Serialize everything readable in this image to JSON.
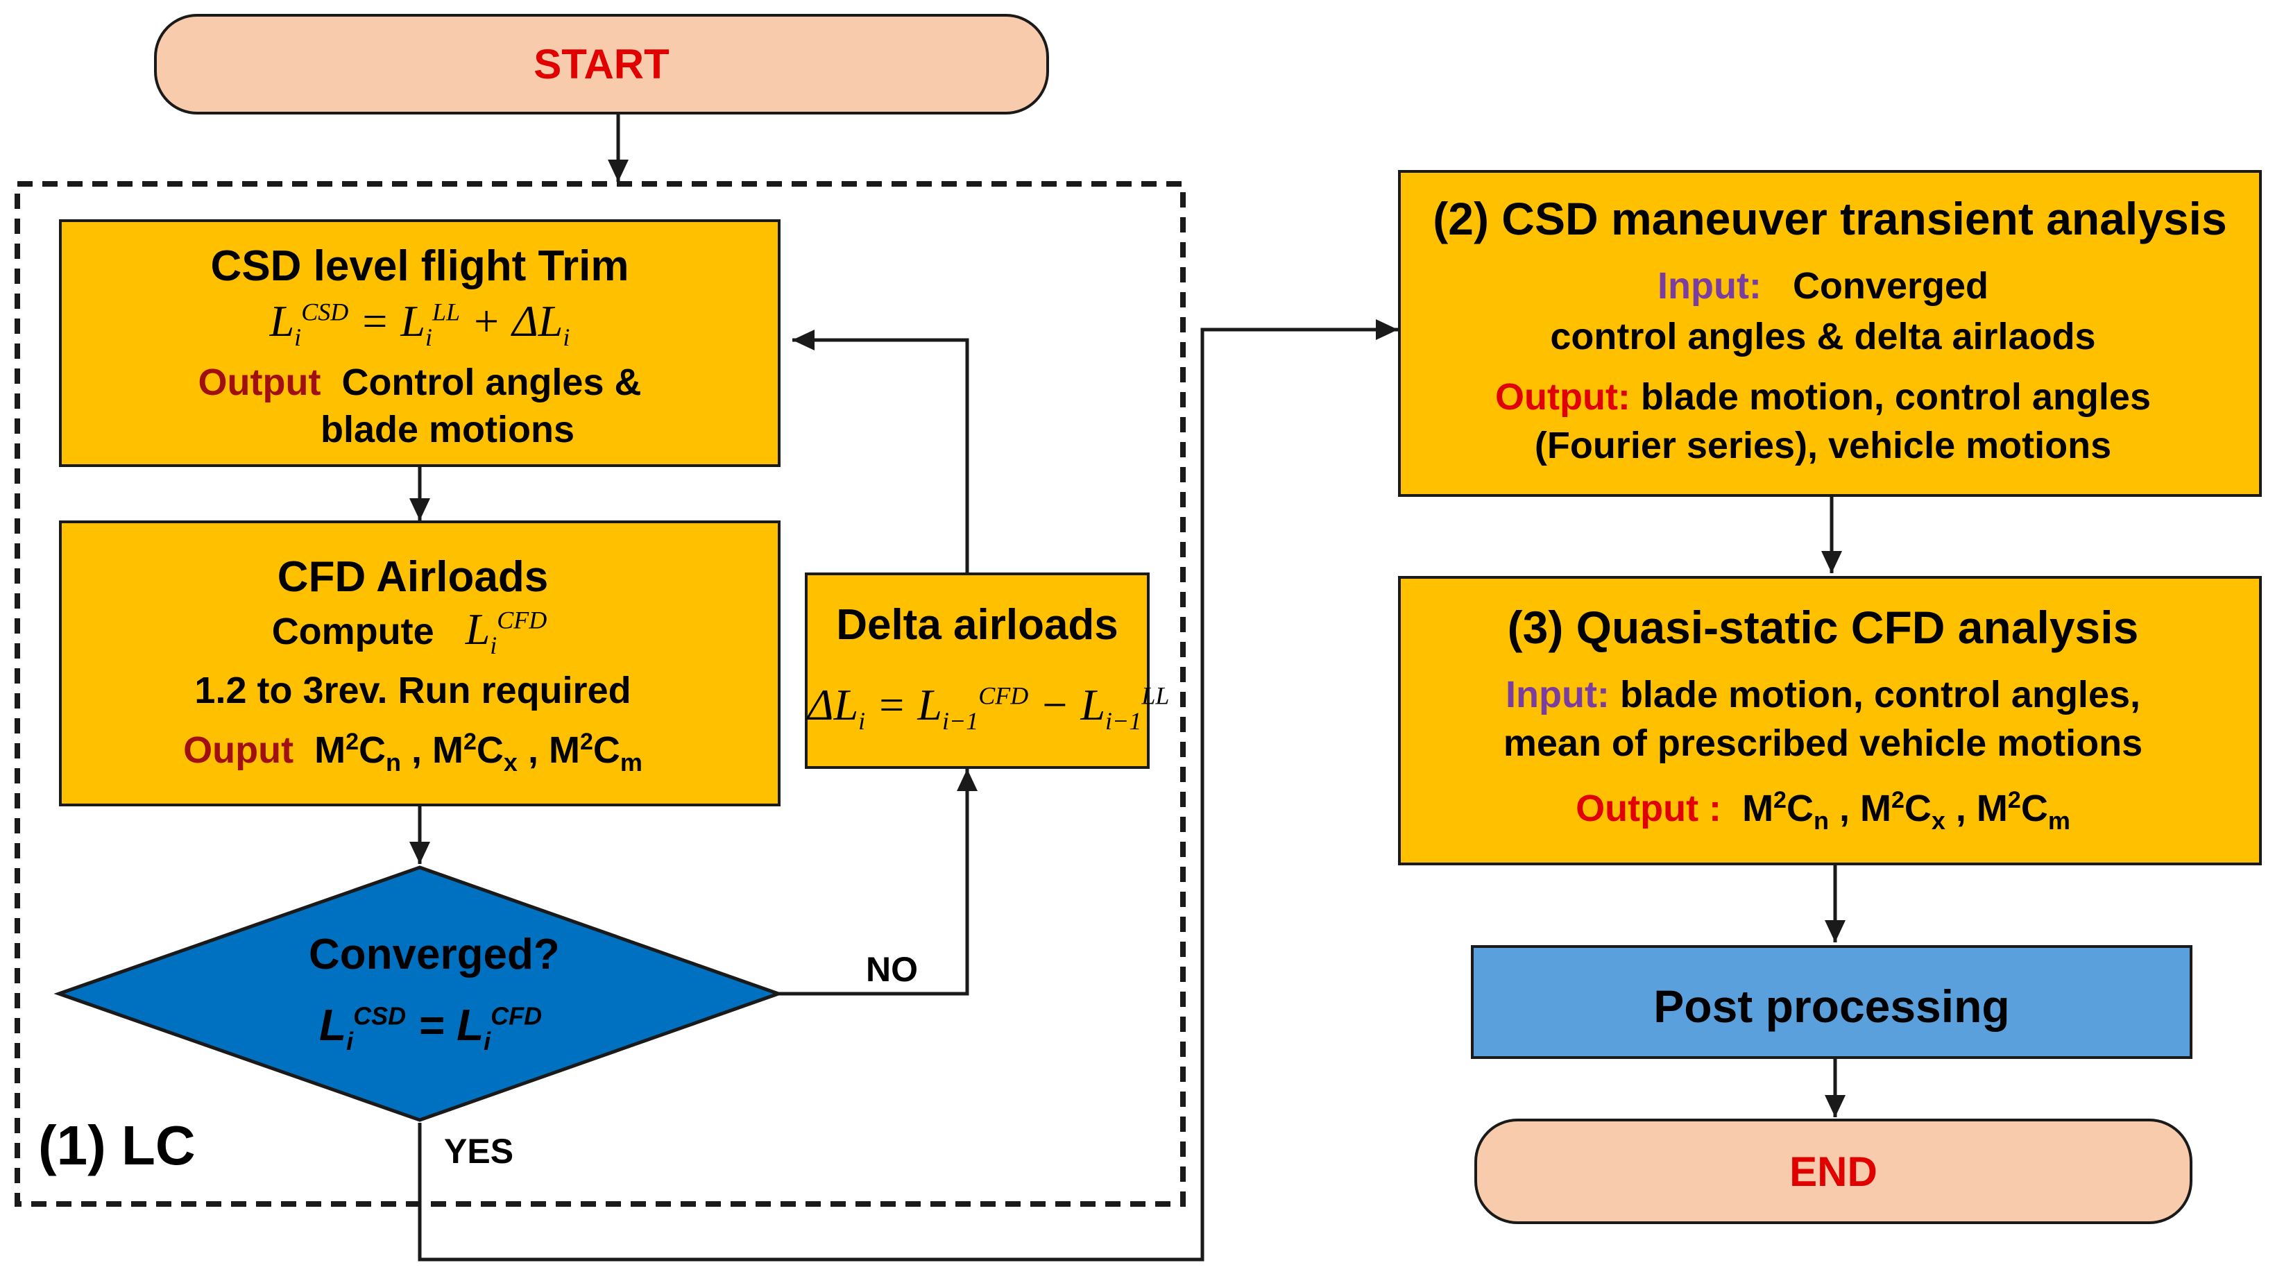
{
  "start": {
    "label": "START"
  },
  "end": {
    "label": "END"
  },
  "lc": {
    "label": "(1) LC",
    "trim": {
      "title": "CSD level flight Trim",
      "output_key": "Output",
      "output_line1": "Control angles &",
      "output_line2": "blade motions"
    },
    "cfd": {
      "title": "CFD Airloads",
      "compute": "Compute",
      "run_line": "1.2 to 3rev. Run required",
      "output_key": "Ouput"
    },
    "delta": {
      "title": "Delta airloads"
    },
    "converged": {
      "title": "Converged?"
    },
    "no_label": "NO",
    "yes_label": "YES"
  },
  "csd": {
    "title": "(2) CSD maneuver transient analysis",
    "input_key": "Input:",
    "input_line1": "Converged",
    "input_line2": "control angles & delta airlaods",
    "output_key": "Output:",
    "output_line1": "blade motion, control angles",
    "output_line2": "(Fourier series), vehicle motions"
  },
  "quasi": {
    "title": "(3) Quasi-static CFD analysis",
    "input_key": "Input:",
    "input_line1": "blade motion, control angles,",
    "input_line2": "mean of prescribed vehicle motions",
    "output_key": "Output :"
  },
  "post": {
    "label": "Post processing"
  },
  "colors": {
    "process_fill": "#ffc000",
    "terminal_fill": "#f8cbad",
    "decision_fill": "#0070c0",
    "post_fill": "#5aa0dc",
    "terminal_text": "#e00000",
    "output_key_dark": "#a01010",
    "output_key_red": "#e00000",
    "input_key": "#7a3ea0"
  }
}
